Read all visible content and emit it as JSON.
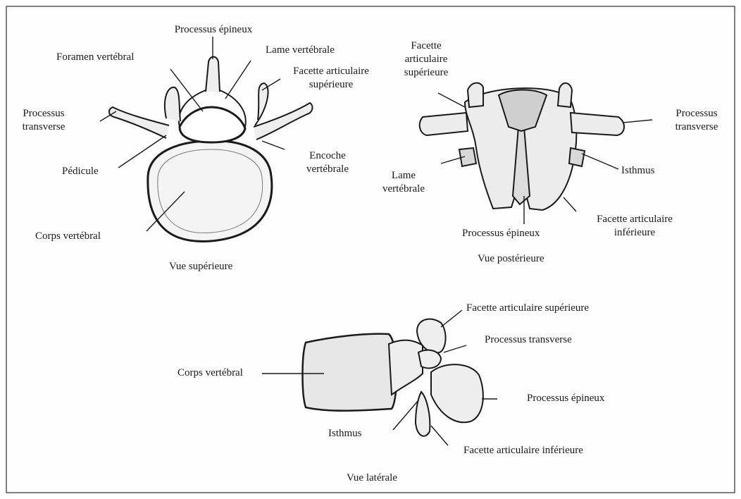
{
  "colors": {
    "ink": "#1a1a1a",
    "bone_shade": "#d9d9d9",
    "background": "#fefefe",
    "frame": "#555555"
  },
  "views": {
    "superior": {
      "caption": "Vue supérieure",
      "labels": {
        "processus_epineux": "Processus épineux",
        "foramen_vertebral": "Foramen vertébral",
        "lame_vertebrale": "Lame vertébrale",
        "facette_articulaire_superieure": [
          "Facette articulaire",
          "supérieure"
        ],
        "processus_transverse": [
          "Processus",
          "transverse"
        ],
        "encoche_vertebrale": [
          "Encoche",
          "vertébrale"
        ],
        "pedicule": "Pédicule",
        "corps_vertebral": "Corps vertébral"
      }
    },
    "posterior": {
      "caption": "Vue postérieure",
      "labels": {
        "facette_articulaire_superieure": [
          "Facette",
          "articulaire",
          "supérieure"
        ],
        "processus_transverse": [
          "Processus",
          "transverse"
        ],
        "lame_vertebrale": [
          "Lame",
          "vertébrale"
        ],
        "isthmus": "Isthmus",
        "facette_articulaire_inferieure": [
          "Facette articulaire",
          "inférieure"
        ],
        "processus_epineux": "Processus épineux"
      }
    },
    "lateral": {
      "caption": "Vue latérale",
      "labels": {
        "facette_articulaire_superieure": "Facette articulaire  supérieure",
        "processus_transverse": "Processus transverse",
        "corps_vertebral": "Corps vertébral",
        "processus_epineux": "Processus épineux",
        "isthmus": "Isthmus",
        "facette_articulaire_inferieure": "Facette articulaire  inférieure"
      }
    }
  }
}
